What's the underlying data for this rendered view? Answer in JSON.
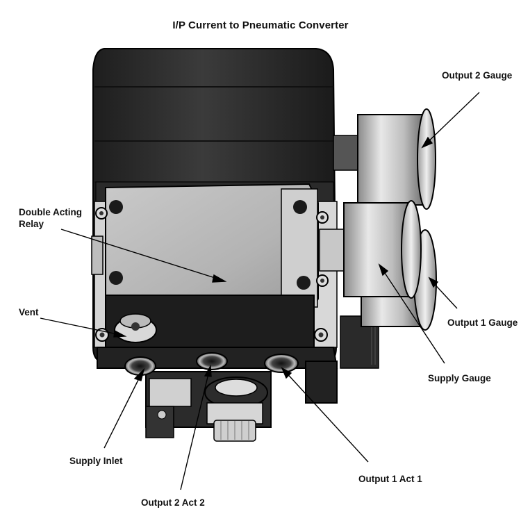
{
  "title": "I/P Current to Pneumatic Converter",
  "labels": {
    "output2_gauge": "Output 2 Gauge",
    "double_acting_relay_line1": "Double Acting",
    "double_acting_relay_line2": "Relay",
    "vent": "Vent",
    "output1_gauge": "Output 1 Gauge",
    "supply_gauge": "Supply Gauge",
    "supply_inlet": "Supply Inlet",
    "output1_act1": "Output 1 Act 1",
    "output2_act2": "Output 2 Act 2"
  }
}
